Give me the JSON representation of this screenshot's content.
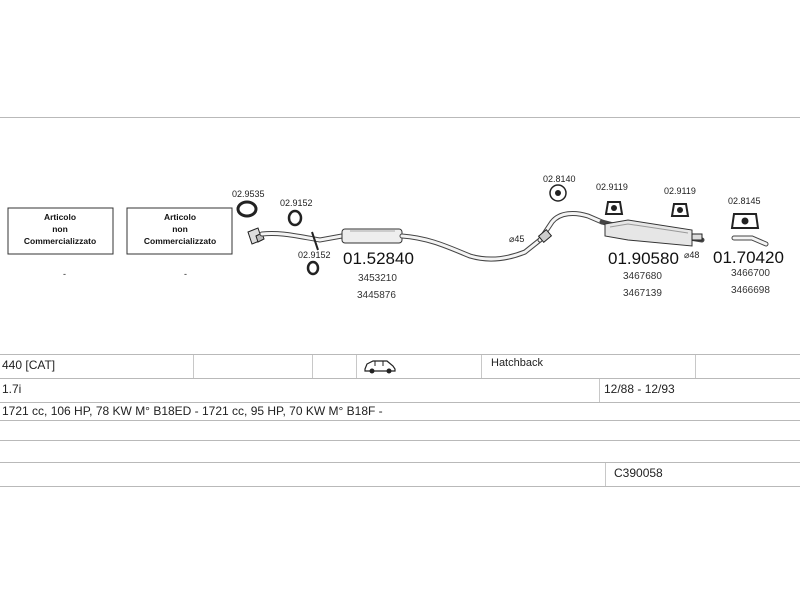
{
  "boxes": [
    {
      "line1": "Articolo",
      "line2": "non",
      "line3": "Commercializzato",
      "dash": "-"
    },
    {
      "line1": "Articolo",
      "line2": "non",
      "line3": "Commercializzato",
      "dash": "-"
    }
  ],
  "parts": {
    "clamp_1": "02.9535",
    "ring_1": "02.9152",
    "ring_2": "02.9152",
    "front_pipe": "01.52840",
    "front_pipe_ref1": "3453210",
    "front_pipe_ref2": "3445876",
    "diameter_1": "⌀45",
    "hanger_1": "02.8140",
    "hanger_2": "02.9119",
    "hanger_3": "02.9119",
    "rear_silencer": "01.90580",
    "rear_silencer_ref1": "3467680",
    "rear_silencer_ref2": "3467139",
    "diameter_2": "⌀48",
    "tail_hanger": "02.8145",
    "tail_pipe": "01.70420",
    "tail_ref1": "3466700",
    "tail_ref2": "3466698"
  },
  "info": {
    "model": "440  [CAT]",
    "body_type": "Hatchback",
    "engine": "1.7i",
    "dates": "12/88 - 12/93",
    "specs": "1721 cc, 106 HP, 78 KW M° B18ED -  1721 cc, 95 HP, 70 KW M° B18F -",
    "code": "C390058"
  },
  "icons": {
    "vehicle": "car-icon"
  }
}
